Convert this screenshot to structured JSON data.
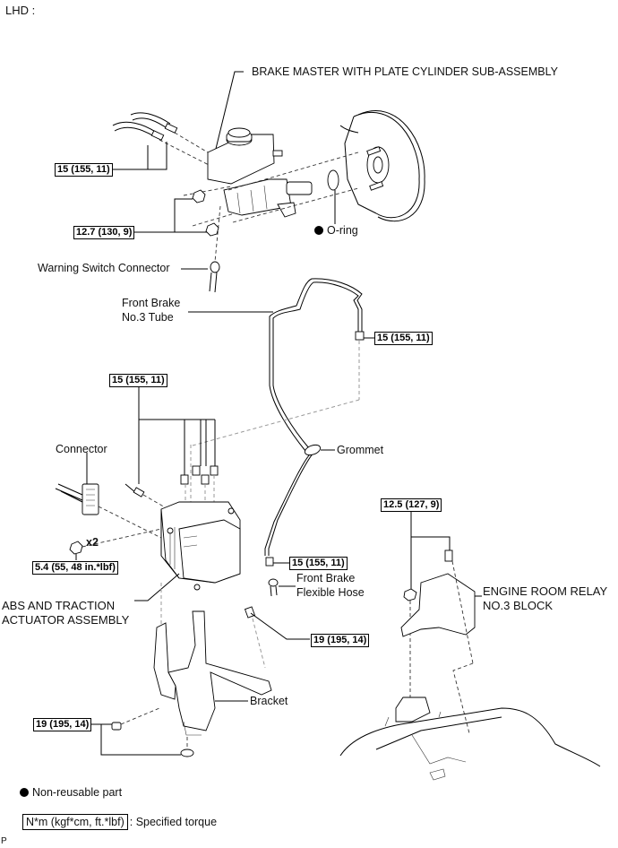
{
  "header": {
    "title": "LHD :"
  },
  "labels": {
    "master_cylinder": "BRAKE MASTER WITH PLATE CYLINDER SUB-ASSEMBLY",
    "o_ring": "O-ring",
    "warning_switch": "Warning Switch Connector",
    "front_brake_tube_line1": "Front Brake",
    "front_brake_tube_line2": "No.3 Tube",
    "connector": "Connector",
    "grommet": "Grommet",
    "x2": "x2",
    "abs_line1": "ABS AND TRACTION",
    "abs_line2": "ACTUATOR ASSEMBLY",
    "flex_hose_line1": "Front Brake",
    "flex_hose_line2": "Flexible Hose",
    "relay_line1": "ENGINE ROOM RELAY",
    "relay_line2": "NO.3 BLOCK",
    "bracket": "Bracket"
  },
  "torques": {
    "brake_line_master": "15 (155, 11)",
    "master_nuts": "12.7 (130, 9)",
    "tube_upper": "15 (155, 11)",
    "abs_lines": "15 (155, 11)",
    "abs_nut": "5.4 (55, 48 in.*lbf)",
    "tube_lower": "15 (155, 11)",
    "relay_block": "12.5 (127, 9)",
    "bracket_right": "19 (195, 14)",
    "bracket_left": "19 (195, 14)"
  },
  "legend": {
    "non_reusable": "Non-reusable part",
    "torque_unit": "N*m (kgf*cm, ft.*lbf)",
    "torque_desc": ": Specified torque"
  },
  "footer": {
    "code": "P"
  }
}
